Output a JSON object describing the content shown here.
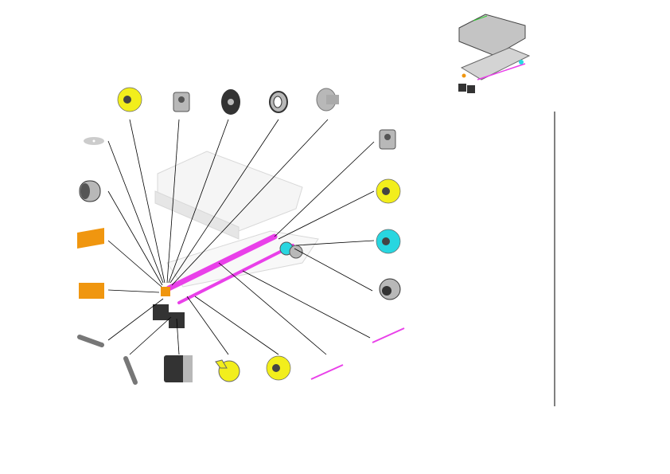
{
  "colors": {
    "background": "#ffffff",
    "leader_line": "#000000",
    "yellow_part": "#f2ee1c",
    "orange_part": "#f0960f",
    "cyan_part": "#28d6e0",
    "magenta_part": "#e940e9",
    "gray_part": "#b8b8b8",
    "dark_part": "#333333",
    "ghost_assembly": "#d8d8d8"
  },
  "parts": [
    {
      "id": "washer",
      "kind": "washer",
      "color": "gray_part"
    },
    {
      "id": "yellow-gear-top",
      "kind": "gear",
      "color": "yellow_part"
    },
    {
      "id": "small-bracket-top",
      "kind": "bracket",
      "color": "gray_part"
    },
    {
      "id": "black-disc",
      "kind": "disc",
      "color": "dark_part"
    },
    {
      "id": "ring",
      "kind": "ring",
      "color": "gray_part"
    },
    {
      "id": "flanged-bushing",
      "kind": "bushing",
      "color": "gray_part"
    },
    {
      "id": "side-bracket",
      "kind": "bracket",
      "color": "gray_part"
    },
    {
      "id": "yellow-gear-right",
      "kind": "gear",
      "color": "yellow_part"
    },
    {
      "id": "cyan-pulley",
      "kind": "pulley",
      "color": "cyan_part"
    },
    {
      "id": "gray-clutch",
      "kind": "clutch",
      "color": "gray_part"
    },
    {
      "id": "shaft-long",
      "kind": "shaft",
      "color": "magenta_part"
    },
    {
      "id": "shaft-short",
      "kind": "shaft",
      "color": "magenta_part"
    },
    {
      "id": "yellow-gear-bottom",
      "kind": "gear",
      "color": "yellow_part"
    },
    {
      "id": "yellow-cam",
      "kind": "cam",
      "color": "yellow_part"
    },
    {
      "id": "motor",
      "kind": "motor",
      "color": "gray_part"
    },
    {
      "id": "spring-vertical",
      "kind": "spring",
      "color": "gray_part"
    },
    {
      "id": "spring-horizontal",
      "kind": "spring",
      "color": "gray_part"
    },
    {
      "id": "orange-sensor",
      "kind": "block",
      "color": "orange_part"
    },
    {
      "id": "orange-holder",
      "kind": "holder",
      "color": "orange_part"
    },
    {
      "id": "roller",
      "kind": "roller",
      "color": "gray_part"
    }
  ]
}
